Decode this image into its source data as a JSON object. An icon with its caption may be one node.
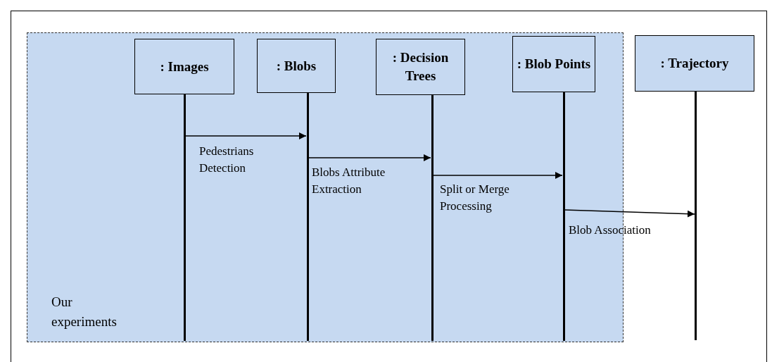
{
  "diagram": {
    "nodes": [
      {
        "text": [
          "Our experiments"
        ]
      },
      {
        "text": [
          ": Images"
        ],
        "in": 0
      },
      {
        "text": [
          ": Blobs"
        ],
        "in": 0
      },
      {
        "text": [
          ": Decision Trees"
        ],
        "in": 0
      },
      {
        "text": [
          ": Blob Points"
        ],
        "in": 0
      },
      {
        "text": [
          ": Trajectory"
        ]
      },
      {
        "text": [],
        "shape": "bar",
        "in": 0
      },
      {
        "text": [],
        "shape": "bar",
        "in": 0
      },
      {
        "text": [],
        "shape": "bar",
        "in": 0
      },
      {
        "text": [],
        "shape": "bar",
        "in": 0
      },
      {
        "text": [],
        "shape": "bar"
      }
    ],
    "edges": [
      {
        "from": 6,
        "to": 7,
        "arrow": "to",
        "label": "Pedestrians Detection"
      },
      {
        "from": 7,
        "to": 8,
        "arrow": "to",
        "label": "Blobs Attribute Extraction"
      },
      {
        "from": 8,
        "to": 9,
        "arrow": "to",
        "label": "Split or Merge Processing"
      },
      {
        "from": 9,
        "to": 10,
        "arrow": "to",
        "label": "Blob Association"
      }
    ]
  }
}
